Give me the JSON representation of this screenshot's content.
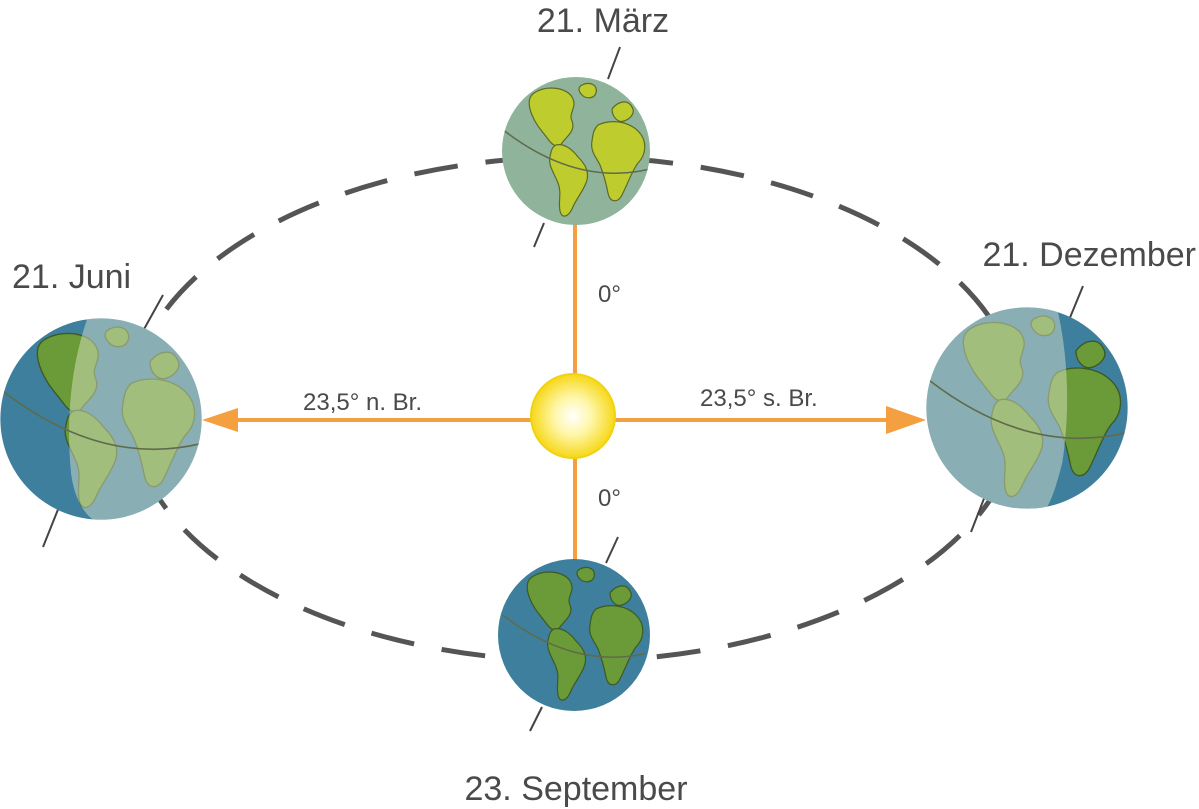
{
  "labels": {
    "march": "21. März",
    "june": "21. Juni",
    "december": "21. Dezember",
    "september": "23. September"
  },
  "angles": {
    "north": "0°",
    "south": "0°",
    "west": "23,5° n. Br.",
    "east": "23,5° s. Br."
  },
  "colors": {
    "orbit": "#555555",
    "arrow": "#f4a040",
    "ocean": "#3d7f9d",
    "ocean_lit": "#8fb39b",
    "land": "#6b9a38",
    "land_lit": "#bfcc2e",
    "sun": "#f8e038"
  }
}
